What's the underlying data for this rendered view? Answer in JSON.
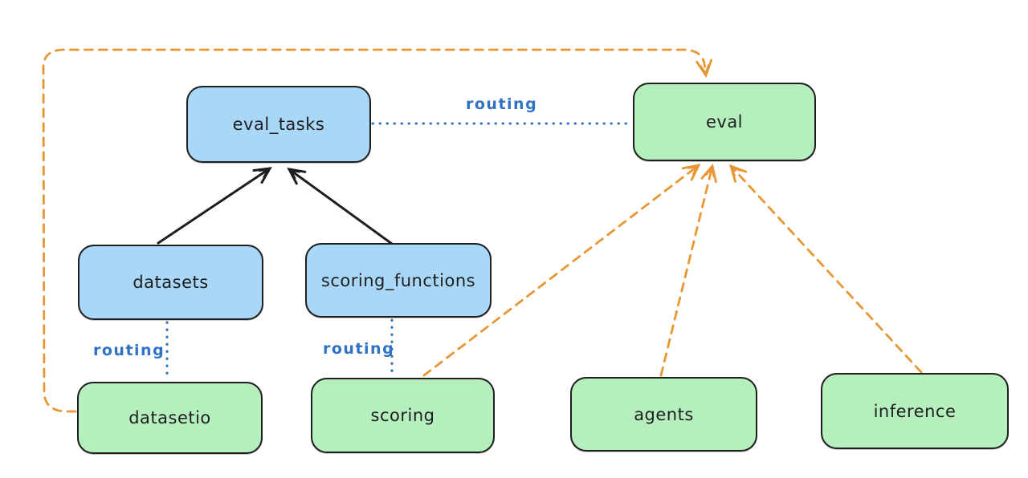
{
  "colors": {
    "stroke": "#1e1e1e",
    "node_blue_fill": "#a8d7f7",
    "node_green_fill": "#b5efbd",
    "routing_blue": "#2f72c4",
    "provider_orange": "#e89632",
    "canvas_bg": "#ffffff"
  },
  "nodes": [
    {
      "id": "eval_tasks",
      "label": "eval_tasks",
      "color": "blue"
    },
    {
      "id": "eval",
      "label": "eval",
      "color": "green"
    },
    {
      "id": "datasets",
      "label": "datasets",
      "color": "blue"
    },
    {
      "id": "scoring_functions",
      "label": "scoring_functions",
      "color": "blue"
    },
    {
      "id": "datasetio",
      "label": "datasetio",
      "color": "green"
    },
    {
      "id": "scoring",
      "label": "scoring",
      "color": "green"
    },
    {
      "id": "agents",
      "label": "agents",
      "color": "green"
    },
    {
      "id": "inference",
      "label": "inference",
      "color": "green"
    }
  ],
  "edges": [
    {
      "from": "eval_tasks",
      "to": "eval",
      "style": "blue-dotted",
      "label": "routing"
    },
    {
      "from": "datasets",
      "to": "eval_tasks",
      "style": "black-solid-arrow",
      "label": ""
    },
    {
      "from": "scoring_functions",
      "to": "eval_tasks",
      "style": "black-solid-arrow",
      "label": ""
    },
    {
      "from": "datasets",
      "to": "datasetio",
      "style": "blue-dotted",
      "label": "routing"
    },
    {
      "from": "scoring_functions",
      "to": "scoring",
      "style": "blue-dotted",
      "label": "routing"
    },
    {
      "from": "datasetio",
      "to": "eval",
      "style": "orange-dashed-arrow",
      "label": ""
    },
    {
      "from": "scoring",
      "to": "eval",
      "style": "orange-dashed-arrow",
      "label": ""
    },
    {
      "from": "agents",
      "to": "eval",
      "style": "orange-dashed-arrow",
      "label": ""
    },
    {
      "from": "inference",
      "to": "eval",
      "style": "orange-dashed-arrow",
      "label": ""
    }
  ]
}
